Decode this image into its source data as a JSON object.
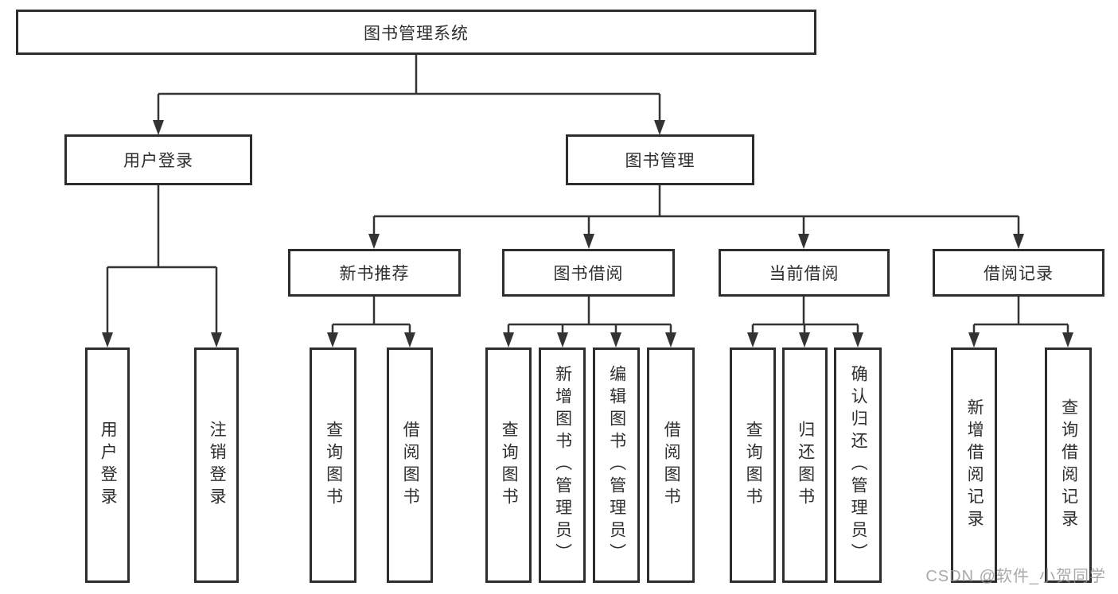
{
  "diagram": {
    "title_node": {
      "label": "图书管理系统"
    },
    "level2": [
      {
        "id": "user-login",
        "label": "用户登录"
      },
      {
        "id": "book-management",
        "label": "图书管理"
      }
    ],
    "level3": [
      {
        "id": "new-book-recommendation",
        "parent": "图书管理",
        "label": "新书推荐"
      },
      {
        "id": "book-borrowing",
        "parent": "图书管理",
        "label": "图书借阅"
      },
      {
        "id": "current-borrowing",
        "parent": "图书管理",
        "label": "当前借阅"
      },
      {
        "id": "borrowing-records",
        "parent": "图书管理",
        "label": "借阅记录"
      }
    ],
    "leaves": [
      {
        "parent": "用户登录",
        "label": "用户登录"
      },
      {
        "parent": "用户登录",
        "label": "注销登录"
      },
      {
        "parent": "新书推荐",
        "label": "查询图书"
      },
      {
        "parent": "新书推荐",
        "label": "借阅图书"
      },
      {
        "parent": "图书借阅",
        "label": "查询图书"
      },
      {
        "parent": "图书借阅",
        "label": "新增图书（管理员）"
      },
      {
        "parent": "图书借阅",
        "label": "编辑图书（管理员）"
      },
      {
        "parent": "图书借阅",
        "label": "借阅图书"
      },
      {
        "parent": "当前借阅",
        "label": "查询图书"
      },
      {
        "parent": "当前借阅",
        "label": "归还图书"
      },
      {
        "parent": "当前借阅",
        "label": "确认归还（管理员）"
      },
      {
        "parent": "借阅记录",
        "label": "新增借阅记录"
      },
      {
        "parent": "借阅记录",
        "label": "查询借阅记录"
      }
    ],
    "watermark": "CSDN @软件_小贺同学",
    "colors": {
      "line": "#333333",
      "box_border": "#2d2d2d",
      "text": "#2e2e2e",
      "watermark": "#919498",
      "background": "#ffffff"
    }
  }
}
